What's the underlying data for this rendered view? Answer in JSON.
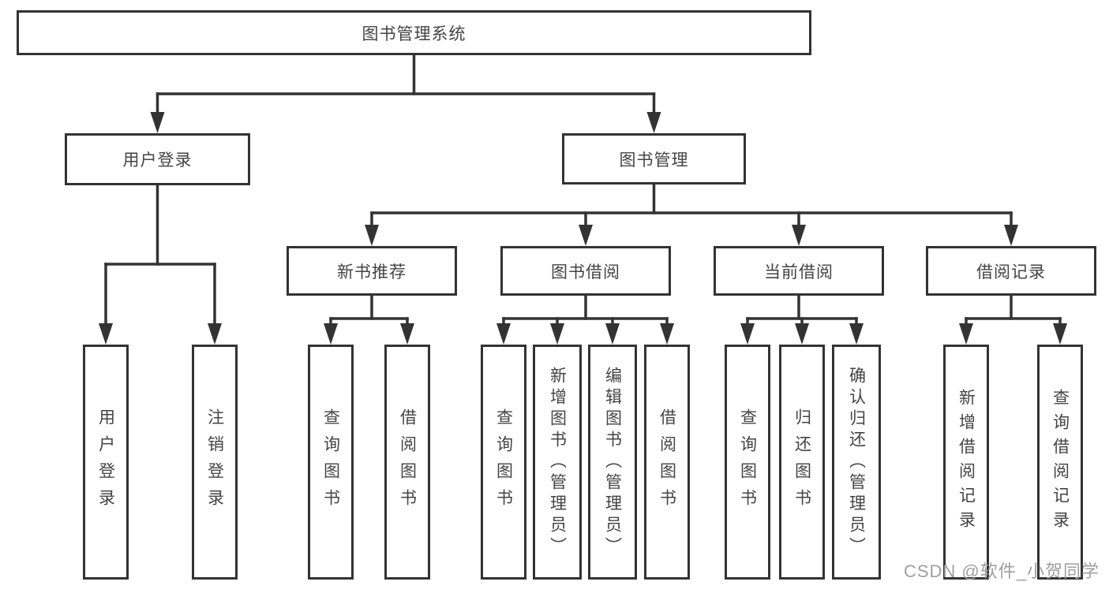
{
  "diagram": {
    "root": {
      "label": "图书管理系统"
    },
    "branches": [
      {
        "label": "用户登录",
        "leaves": [
          {
            "label": "用户登录"
          },
          {
            "label": "注销登录"
          }
        ]
      },
      {
        "label": "图书管理",
        "groups": [
          {
            "label": "新书推荐",
            "leaves": [
              {
                "label": "查询图书"
              },
              {
                "label": "借阅图书"
              }
            ]
          },
          {
            "label": "图书借阅",
            "leaves": [
              {
                "label": "查询图书"
              },
              {
                "label": "新增图书（管理员）"
              },
              {
                "label": "编辑图书（管理员）"
              },
              {
                "label": "借阅图书"
              }
            ]
          },
          {
            "label": "当前借阅",
            "leaves": [
              {
                "label": "查询图书"
              },
              {
                "label": "归还图书"
              },
              {
                "label": "确认归还（管理员）"
              }
            ]
          },
          {
            "label": "借阅记录",
            "leaves": [
              {
                "label": "新增借阅记录"
              },
              {
                "label": "查询借阅记录"
              }
            ]
          }
        ]
      }
    ]
  },
  "colors": {
    "line": "#333333",
    "box_border": "#333333",
    "box_fill": "#ffffff",
    "text": "#444444",
    "watermark": "#9e9e9e"
  },
  "watermark": {
    "text": "CSDN @软件_小贺同学"
  }
}
